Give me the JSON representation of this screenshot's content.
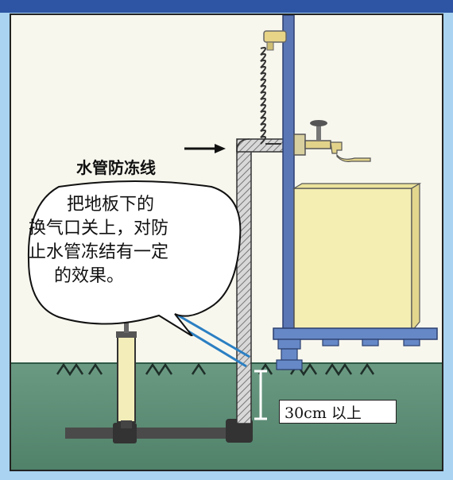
{
  "diagram": {
    "pipe_label": "水管防冻线",
    "bubble_lines": [
      "把地板下的",
      "换气口关上，对防",
      "止水管冻结有一定",
      "的效果。"
    ],
    "depth_label": "30cm 以上"
  },
  "colors": {
    "border_blue": "#2d55a4",
    "frame_light_blue": "#a9d3f1",
    "ground_green": "#5f907a",
    "tank_yellow": "#f4eeb2",
    "post_blue": "#5a76b4"
  }
}
